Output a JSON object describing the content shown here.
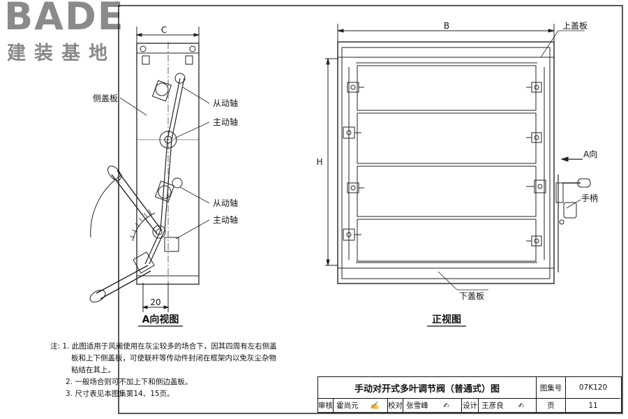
{
  "logo": {
    "brand": "BADE",
    "subtitle": "建装基地"
  },
  "side_view": {
    "dim_c": "C",
    "dim_20": "20",
    "label_side_cover": "侧盖板",
    "label_driven_shaft_1": "从动轴",
    "label_drive_shaft_1": "主动轴",
    "label_driven_shaft_2": "从动轴",
    "label_drive_shaft_2": "主动轴",
    "caption": "A向视图"
  },
  "front_view": {
    "dim_b": "B",
    "dim_h": "H",
    "label_top_cover": "上盖板",
    "label_bottom_cover": "下盖板",
    "label_a_direction": "A向",
    "label_handle": "手柄",
    "caption": "正视图"
  },
  "notes": {
    "prefix": "注:",
    "item1_line1": "1. 此图适用于风阀使用在灰尘较多的场合下，因其四周有左右侧盖",
    "item1_line2": "板和上下侧盖板，可使联杆等传动件封闭在框架内以免灰尘杂物",
    "item1_line3": "粘结在其上。",
    "item2": "2. 一般场合则可不加上下和侧边盖板。",
    "item3": "3. 尺寸表见本图集第14、15页。"
  },
  "title_block": {
    "title": "手动对开式多叶调节阀（普通式）图",
    "atlas_label": "图集号",
    "atlas_no": "07K120",
    "review_label": "审核",
    "reviewer": "霍尚元",
    "check_label": "校对",
    "checker": "张雪峰",
    "design_label": "设计",
    "designer": "王彦良",
    "page_label": "页",
    "page_no": "11"
  }
}
